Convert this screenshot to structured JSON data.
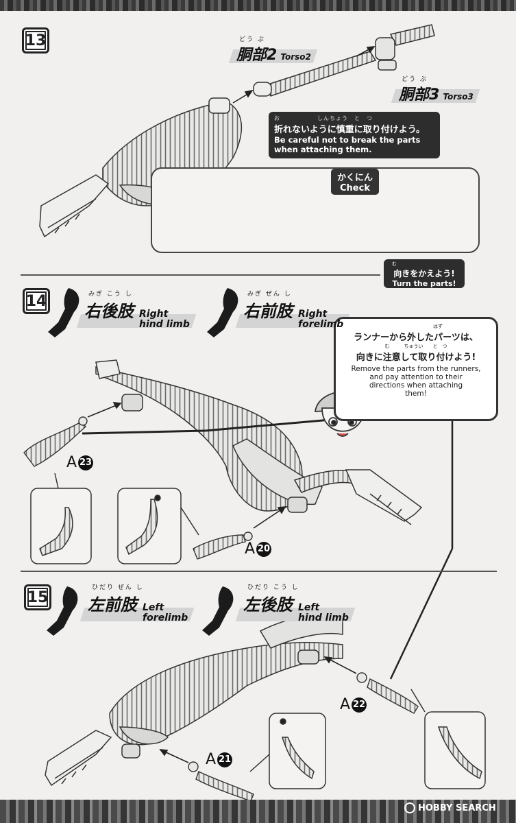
{
  "step13": {
    "number": "13",
    "torso2": {
      "ruby": "どう ぶ",
      "jp": "胴部2",
      "en": "Torso2"
    },
    "torso3": {
      "ruby": "どう ぶ",
      "jp": "胴部3",
      "en": "Torso3"
    },
    "caution": {
      "ruby": "お　　　　　　しんちょう　と　つ",
      "jp": "折れないように慎重に取り付けよう。",
      "en_line1": "Be careful not to break the parts",
      "en_line2": "when attaching them."
    },
    "check": {
      "jp": "かくにん",
      "en": "Check"
    }
  },
  "turn_parts": {
    "ruby": "む",
    "jp": "向きをかえよう!",
    "en": "Turn the parts!"
  },
  "step14": {
    "number": "14",
    "right_hind": {
      "ruby": "みぎ こう し",
      "jp": "右後肢",
      "en_line1": "Right",
      "en_line2": "hind limb"
    },
    "right_fore": {
      "ruby": "みぎ ぜん し",
      "jp": "右前肢",
      "en_line1": "Right",
      "en_line2": "forelimb"
    },
    "speech": {
      "ruby1": "はず",
      "jp_line1": "ランナーから外したパーツは、",
      "ruby2": "む　　　ちゅうい　　と　つ",
      "jp_line2": "向きに注意して取り付けよう!",
      "en_line1": "Remove the parts from the runners,",
      "en_line2": "and pay attention to their",
      "en_line3": "directions when attaching",
      "en_line4": "them!"
    },
    "part_a23": {
      "letter": "A",
      "num": "23"
    },
    "part_a20": {
      "letter": "A",
      "num": "20"
    }
  },
  "step15": {
    "number": "15",
    "left_fore": {
      "ruby": "ひだり ぜん し",
      "jp": "左前肢",
      "en_line1": "Left",
      "en_line2": "forelimb"
    },
    "left_hind": {
      "ruby": "ひだり こう し",
      "jp": "左後肢",
      "en_line1": "Left",
      "en_line2": "hind limb"
    },
    "part_a22": {
      "letter": "A",
      "num": "22"
    },
    "part_a21": {
      "letter": "A",
      "num": "21"
    }
  },
  "watermark": {
    "text": "HOBBY SEARCH"
  }
}
